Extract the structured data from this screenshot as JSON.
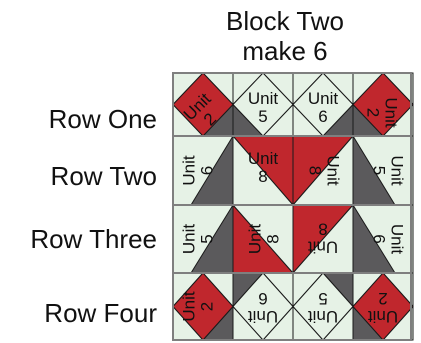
{
  "title": {
    "line1": "Block Two",
    "line2": "make 6"
  },
  "rows": [
    {
      "label": "Row One",
      "units": [
        "Unit 2",
        "Unit 5",
        "Unit 6",
        "Unit 2"
      ]
    },
    {
      "label": "Row Two",
      "units": [
        "Unit 6",
        "Unit 8",
        "Unit 8",
        "Unit 5"
      ]
    },
    {
      "label": "Row Three",
      "units": [
        "Unit 5",
        "Unit 8",
        "Unit 8",
        "Unit 6"
      ]
    },
    {
      "label": "Row Four",
      "units": [
        "Unit 2",
        "Unit 6",
        "Unit 5",
        "Unit 2"
      ]
    }
  ],
  "colors": {
    "red": "#c0272d",
    "dark": "#5b5a5c",
    "light": "#e6f2e6",
    "line": "#1a1a1a",
    "frame": "#7f7f7f"
  }
}
